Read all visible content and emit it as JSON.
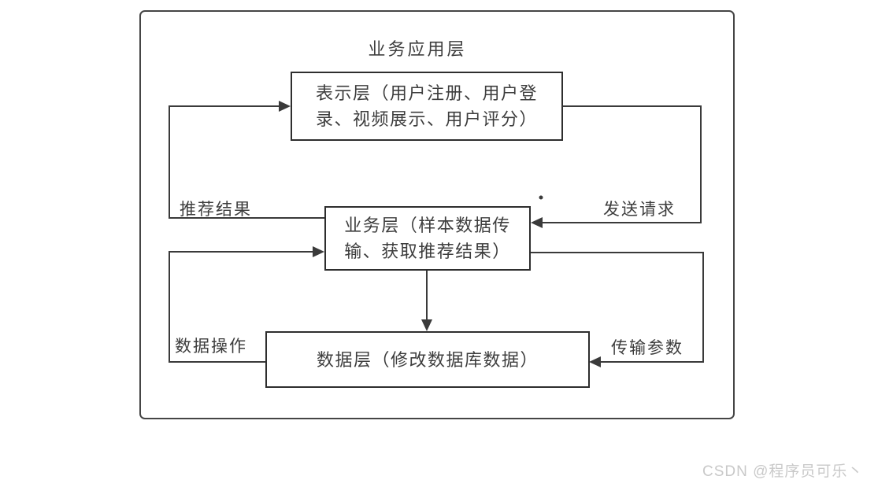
{
  "diagram": {
    "title": "业务应用层",
    "boxes": {
      "presentation": {
        "line1": "表示层（用户注册、用户登",
        "line2": "录、视频展示、用户评分）"
      },
      "business": {
        "line1": "业务层（样本数据传",
        "line2": "输、获取推荐结果）"
      },
      "data": {
        "line1": "数据层（修改数据库数据）"
      }
    },
    "edge_labels": {
      "recommend_result": "推荐结果",
      "send_request": "发送请求",
      "data_operation": "数据操作",
      "transfer_params": "传输参数"
    },
    "colors": {
      "line": "#3a3a3a",
      "box_border": "#2e2e2e",
      "frame_border": "#454545",
      "text": "#3d3d3d",
      "watermark": "#c9c9c9"
    }
  },
  "watermark": {
    "text": "CSDN @程序员可乐丶"
  }
}
